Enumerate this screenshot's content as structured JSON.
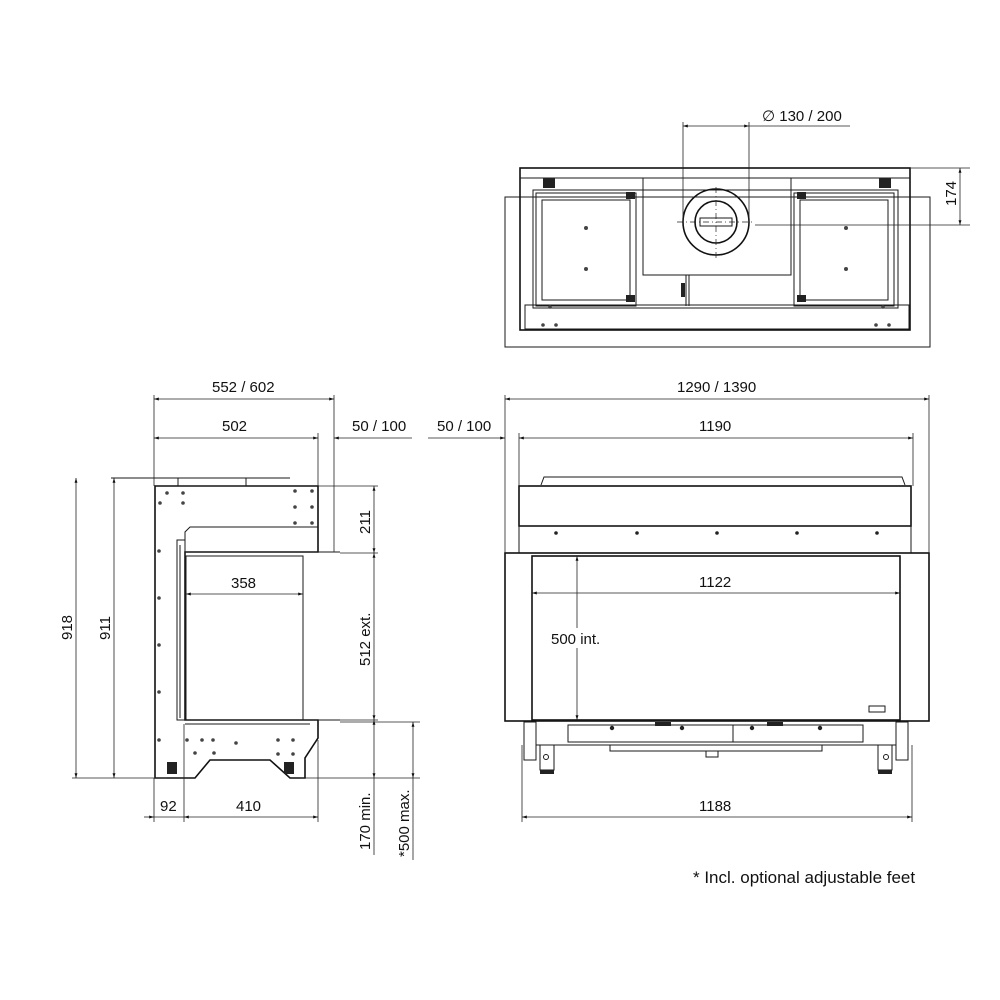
{
  "drawing": {
    "title": "Fireplace dimension drawing",
    "units": "mm",
    "line_color": "#111111",
    "background": "#ffffff"
  },
  "top_view": {
    "flue_diameter": "∅ 130 / 200",
    "flue_offset": "174"
  },
  "side_view": {
    "overall_depth": "552 / 602",
    "body_depth": "502",
    "frame_offset_right": "50 / 100",
    "top_section_height": "211",
    "firebox_depth": "358",
    "glass_height_ext": "512 ext.",
    "overall_height": "918",
    "body_height": "911",
    "rear_offset": "92",
    "base_depth": "410",
    "feet_min": "170 min.",
    "feet_max": "*500 max."
  },
  "front_view": {
    "frame_offset_left": "50 / 100",
    "overall_width": "1290 / 1390",
    "body_width": "1190",
    "glass_width": "1122",
    "glass_height_int": "500 int.",
    "base_width": "1188"
  },
  "footnote": "* Incl. optional adjustable feet"
}
